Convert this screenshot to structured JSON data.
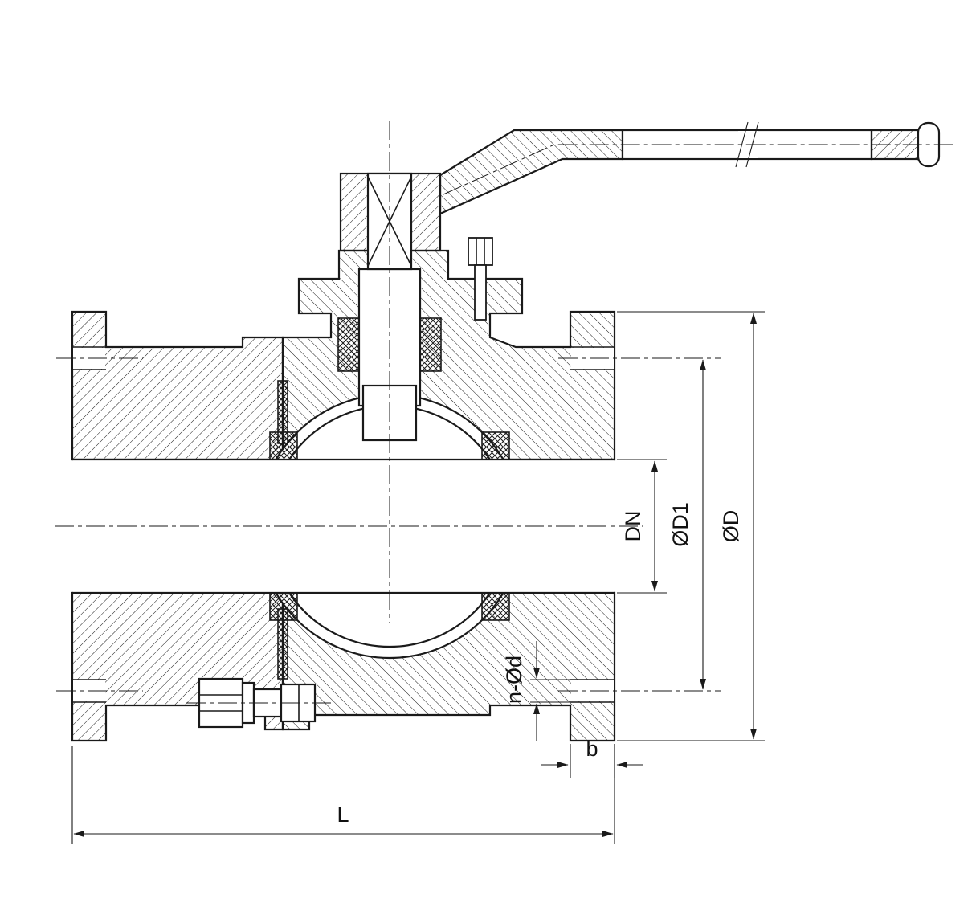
{
  "labels": {
    "dn": "DN",
    "d1": "ØD1",
    "d": "ØD",
    "nd": "n-Ød",
    "b": "b",
    "l": "L"
  },
  "colors": {
    "line": "#1a1a1a",
    "background": "#ffffff"
  }
}
